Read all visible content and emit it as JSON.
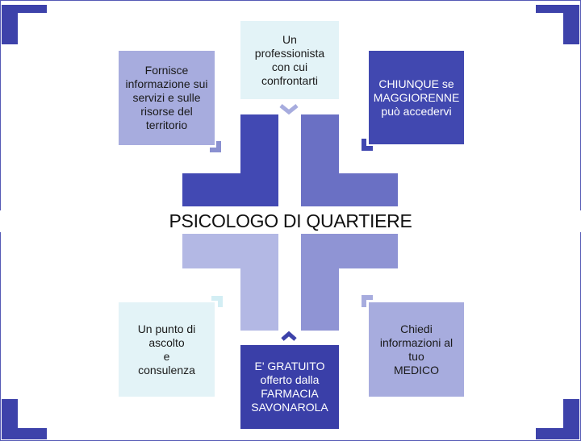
{
  "title": "PSICOLOGO DI QUARTIERE",
  "boxes": {
    "top_center": "Un professionista\ncon cui\nconfrontarti",
    "top_left": "Fornisce\ninformazione sui\nservizi e sulle\nrisorse del\nterritorio",
    "top_right": "CHIUNQUE se\nMAGGIORENNE\npuò accedervi",
    "bottom_left": "Un punto di\nascolto\ne\nconsulenza",
    "bottom_right": "Chiedi\ninformazioni al tuo\nMEDICO",
    "bottom_center": "E' GRATUITO\nofferto dalla\nFARMACIA\nSAVONAROLA"
  },
  "colors": {
    "frame": "#3a3fa8",
    "dark": "#4148b0",
    "medium": "#6e74c6",
    "light": "#a7acde",
    "pale": "#e3f3f7",
    "cross_tl": "#4249b3",
    "cross_tr": "#6a70c4",
    "cross_bl": "#b3b8e4",
    "cross_br": "#8f94d4"
  }
}
